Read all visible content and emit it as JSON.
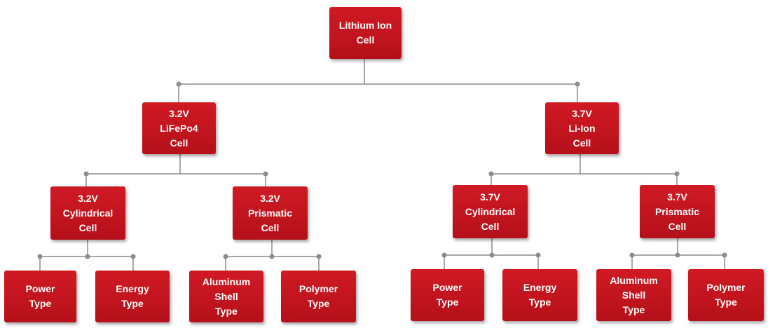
{
  "diagram": {
    "colors": {
      "node": "#c8141e",
      "connector": "#8c8c8c"
    },
    "nodes": {
      "root": "Lithium Ion\nCell",
      "lifepo4": "3.2V\nLiFePo4\nCell",
      "liion": "3.7V\nLi-Ion\nCell",
      "lfp_cyl": "3.2V\nCylindrical\nCell",
      "lfp_pri": "3.2V\nPrismatic\nCell",
      "li_cyl": "3.7V\nCylindrical\nCell",
      "li_pri": "3.7V\nPrismatic\nCell",
      "lfp_cyl_power": "Power\nType",
      "lfp_cyl_energy": "Energy\nType",
      "lfp_pri_aluminum": "Aluminum\nShell\nType",
      "lfp_pri_polymer": "Polymer\nType",
      "li_cyl_power": "Power\nType",
      "li_cyl_energy": "Energy\nType",
      "li_pri_aluminum": "Aluminum\nShell\nType",
      "li_pri_polymer": "Polymer\nType"
    }
  }
}
